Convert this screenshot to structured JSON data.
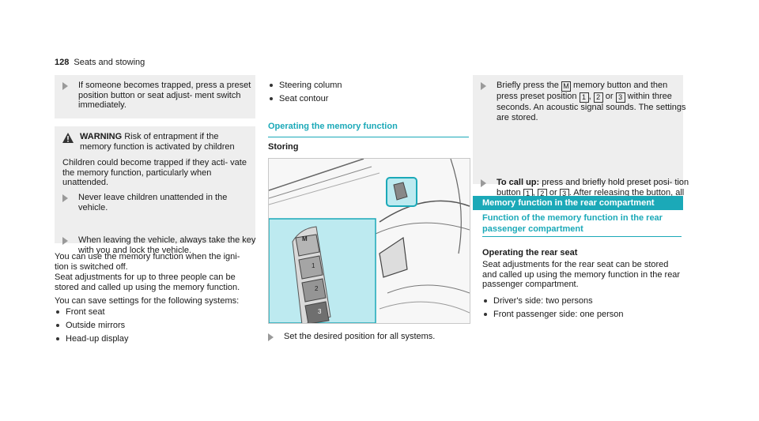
{
  "header": {
    "page_number": "128",
    "section": "Seats and stowing"
  },
  "col1": {
    "tip": "If someone becomes trapped, press a preset position button or seat adjust- ment switch immediately.",
    "warning": {
      "title": "WARNING",
      "lead": "Risk of entrapment if the memory function is activated by children",
      "body": "Children could become trapped if they acti- vate the memory function, particularly when unattended.",
      "steps": [
        "Never leave children unattended in the vehicle.",
        "When leaving the vehicle, always take the key with you and lock the vehicle."
      ]
    },
    "para1": "You can use the memory function when the igni- tion is switched off.",
    "para2": "Seat adjustments for up to three people can be stored and called up using the memory function.",
    "para3": "You can save settings for the following systems:",
    "list": [
      "Front seat",
      "Outside mirrors",
      "Head-up display"
    ]
  },
  "col2": {
    "list": [
      "Steering column",
      "Seat contour"
    ],
    "heading": "Operating the memory function",
    "subheading": "Storing",
    "figure_labels": [
      "M",
      "1",
      "2",
      "3"
    ],
    "step": "Set the desired position for all systems."
  },
  "col3": {
    "step1_a": "Briefly press the",
    "step1_b": "memory button and then press preset position",
    "step1_c": "or",
    "step1_d": "within three seconds.",
    "step1_e": "An acoustic signal sounds. The settings are stored.",
    "step2_title": "To call up:",
    "step2_a": "press and briefly hold preset posi- tion button",
    "step2_b": "or",
    "step2_c": "After releasing the button, all systems are moved into the stored position.",
    "keys": {
      "m": "M",
      "k1": "1",
      "k2": "2",
      "k3": "3"
    },
    "bar": "Memory function in the rear compartment",
    "heading2": "Function of the memory function in the rear passenger compartment",
    "subheading": "Operating the rear seat",
    "para": "Seat adjustments for the rear seat can be stored and called up using the memory function in the rear passenger compartment.",
    "list": [
      "Driver's side: two persons",
      "Front passenger side: one person"
    ]
  },
  "colors": {
    "accent": "#1ba9b8",
    "box": "#eeeeee",
    "figure_highlight": "#bdeaf0"
  },
  "icons": [
    "arrow-bullet-icon",
    "warning-icon"
  ]
}
